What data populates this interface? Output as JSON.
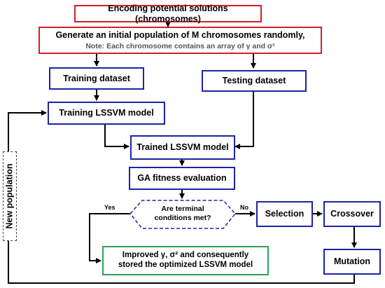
{
  "nodes": {
    "encoding": "Encoding potential solutions (chromosomes)",
    "generate": "Generate an initial population of M chromosomes randomly,",
    "generate_note": "Note: Each chromosome contains an array of γ and σ²",
    "training_dataset": "Training dataset",
    "testing_dataset": "Testing dataset",
    "training_model": "Training LSSVM model",
    "trained_model": "Trained LSSVM model",
    "fitness": "GA fitness evaluation",
    "terminal_line1": "Are terminal",
    "terminal_line2": "conditions met?",
    "selection": "Selection",
    "crossover": "Crossover",
    "mutation": "Mutation",
    "improved_line1": "Improved γ, σ² and consequently",
    "improved_line2": "stored the optimized LSSVM model",
    "new_population": "New population"
  },
  "edges": {
    "yes": "Yes",
    "no": "No"
  },
  "colors": {
    "red_border": "#d0202a",
    "blue_border": "#1e23a6",
    "green_border": "#2fa05a",
    "dashed_border": "#444444"
  }
}
